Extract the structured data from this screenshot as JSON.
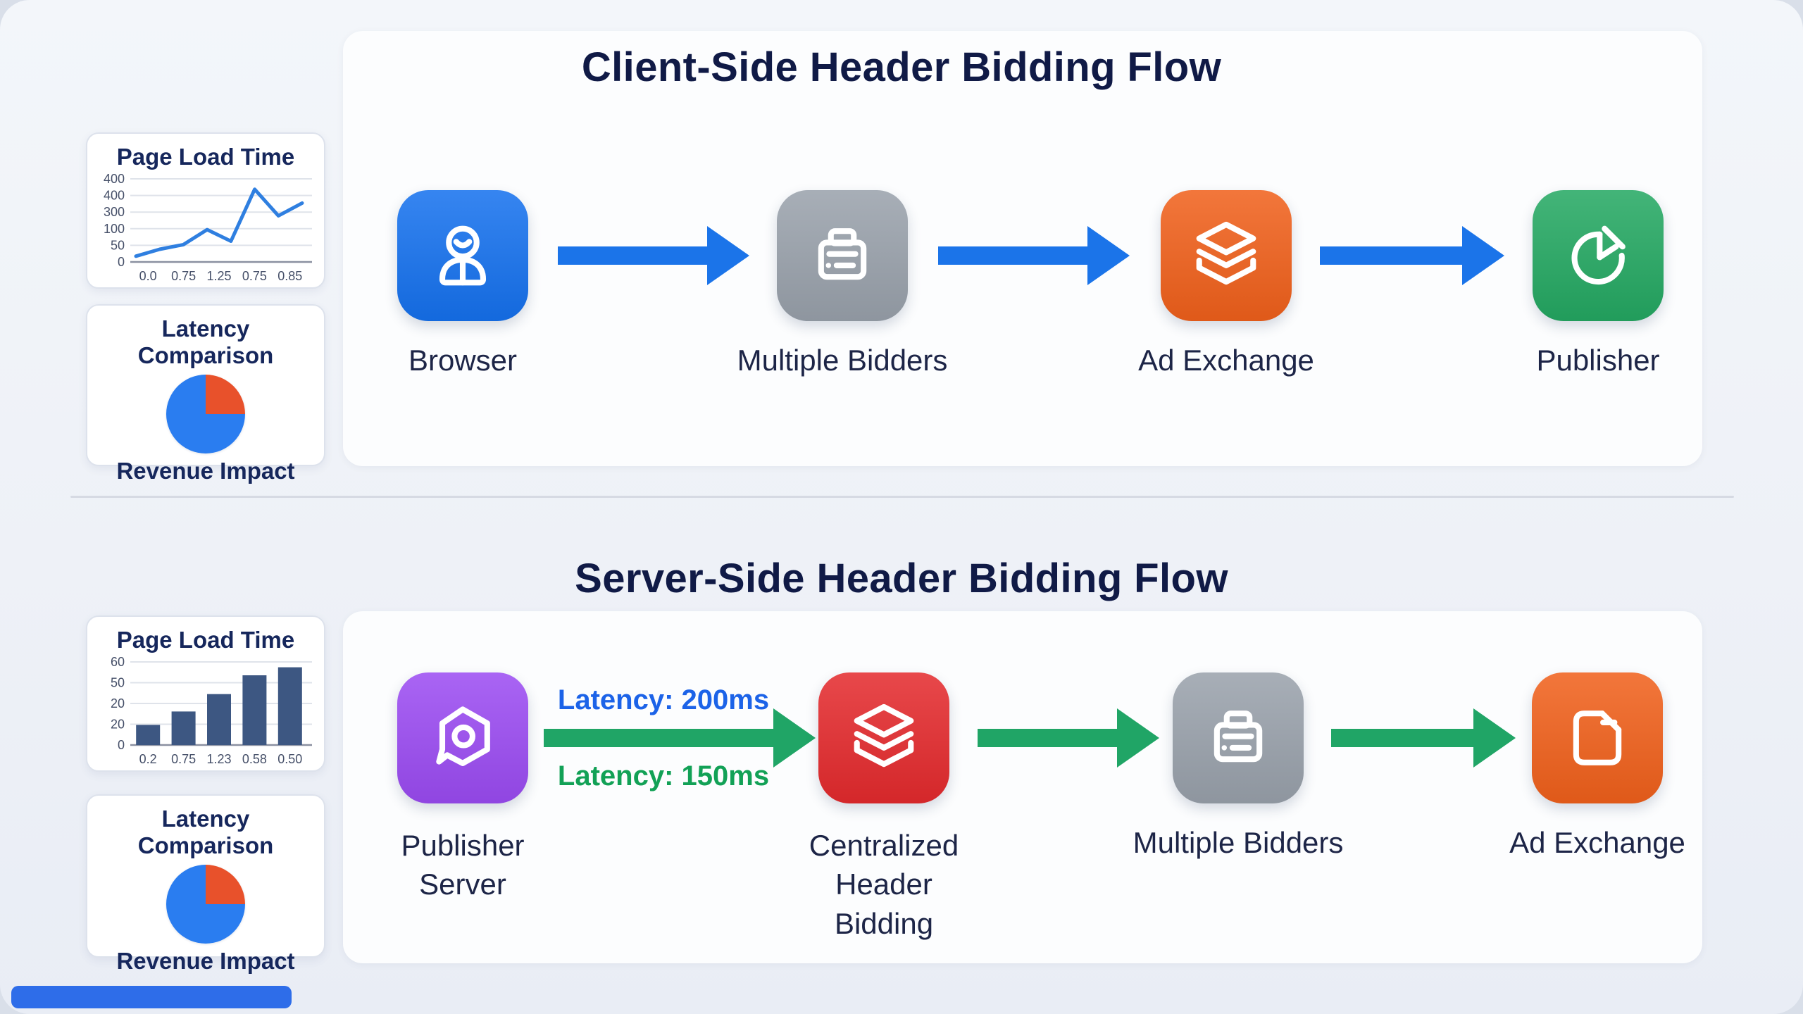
{
  "client_section": {
    "title": "Client-Side Header Bidding Flow",
    "arrow_color": "#1b74e9",
    "nodes": [
      {
        "label": "Browser",
        "icon": "user-icon",
        "bg": "#1571ee"
      },
      {
        "label": "Multiple Bidders",
        "icon": "briefcase-icon",
        "bg": "#99a1ab"
      },
      {
        "label": "Ad Exchange",
        "icon": "layers-icon",
        "bg": "#f0601b"
      },
      {
        "label": "Publisher",
        "icon": "pie-chart-icon",
        "bg": "#24a862"
      }
    ]
  },
  "server_section": {
    "title": "Server-Side Header Bidding Flow",
    "arrow_color": "#20a566",
    "latency_top": "Latency: 200ms",
    "latency_top_color": "#1c63e8",
    "latency_bottom": "Latency: 150ms",
    "latency_bottom_color": "#12a156",
    "nodes": [
      {
        "label": "Publisher\nServer",
        "icon": "hexagon-chat-icon",
        "bg": "#9b4bf2"
      },
      {
        "label": "Centralized\nHeader Bidding",
        "icon": "layers-icon",
        "bg": "#e42a2d"
      },
      {
        "label": "Multiple Bidders",
        "icon": "briefcase-icon",
        "bg": "#99a1ab"
      },
      {
        "label": "Ad Exchange",
        "icon": "document-icon",
        "bg": "#f0601b"
      }
    ]
  },
  "footer_bar_color": "#2e6de9",
  "chart_data": [
    {
      "type": "line",
      "title": "Page Load Time",
      "x_ticks": [
        "0.0",
        "0.75",
        "1.25",
        "0.75",
        "0.85"
      ],
      "y_ticks_top_to_bottom": [
        "400",
        "400",
        "300",
        "100",
        "50",
        "0"
      ],
      "values": [
        25,
        55,
        75,
        140,
        90,
        315,
        200,
        255
      ],
      "ylim": [
        0,
        360
      ],
      "line_color": "#2f7fe0",
      "grid": true
    },
    {
      "type": "pie",
      "title": "Latency Comparison",
      "caption": "Revenue Impact",
      "slices": [
        {
          "value": 25,
          "color": "#e8512b"
        },
        {
          "value": 75,
          "color": "#2a7df0"
        }
      ]
    },
    {
      "type": "bar",
      "title": "Page Load Time",
      "x_ticks": [
        "0.2",
        "0.75",
        "1.23",
        "0.58",
        "0.50"
      ],
      "y_ticks_top_to_bottom": [
        "60",
        "50",
        "20",
        "20",
        "0"
      ],
      "values": [
        15,
        25,
        38,
        52,
        58
      ],
      "ylim": [
        0,
        62
      ],
      "bar_color": "#3d5782",
      "grid": true
    },
    {
      "type": "pie",
      "title": "Latency Comparison",
      "caption": "Revenue Impact",
      "slices": [
        {
          "value": 25,
          "color": "#e8512b"
        },
        {
          "value": 75,
          "color": "#2a7df0"
        }
      ]
    }
  ]
}
